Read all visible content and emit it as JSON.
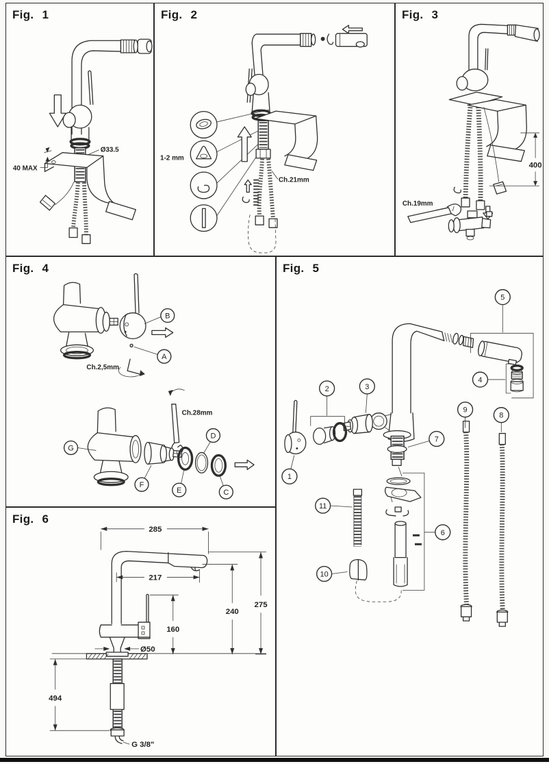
{
  "figures": {
    "fig1": {
      "title": "Fig. 1",
      "labels": {
        "diameter": "Ø33.5",
        "max_thickness": "40 MAX"
      }
    },
    "fig2": {
      "title": "Fig. 2",
      "labels": {
        "gap": "1-2 mm",
        "wrench": "Ch.21mm"
      }
    },
    "fig3": {
      "title": "Fig. 3",
      "labels": {
        "wrench": "Ch.19mm",
        "hose_length": "400"
      }
    },
    "fig4": {
      "title": "Fig. 4",
      "labels": {
        "hex_key": "Ch.2,5mm",
        "wrench": "Ch.28mm"
      },
      "callouts": {
        "A": "A",
        "B": "B",
        "C": "C",
        "D": "D",
        "E": "E",
        "F": "F",
        "G": "G"
      }
    },
    "fig5": {
      "title": "Fig. 5",
      "callouts": {
        "1": "1",
        "2": "2",
        "3": "3",
        "4": "4",
        "5": "5",
        "6": "6",
        "7": "7",
        "8": "8",
        "9": "9",
        "10": "10",
        "11": "11"
      }
    },
    "fig6": {
      "title": "Fig. 6",
      "dimensions": {
        "spout_reach": "285",
        "spout_projection": "217",
        "overall_height": "275",
        "outlet_height": "240",
        "lever_height": "160",
        "base_diameter": "Ø50",
        "below_deck": "494",
        "thread": "G 3/8\""
      }
    }
  }
}
